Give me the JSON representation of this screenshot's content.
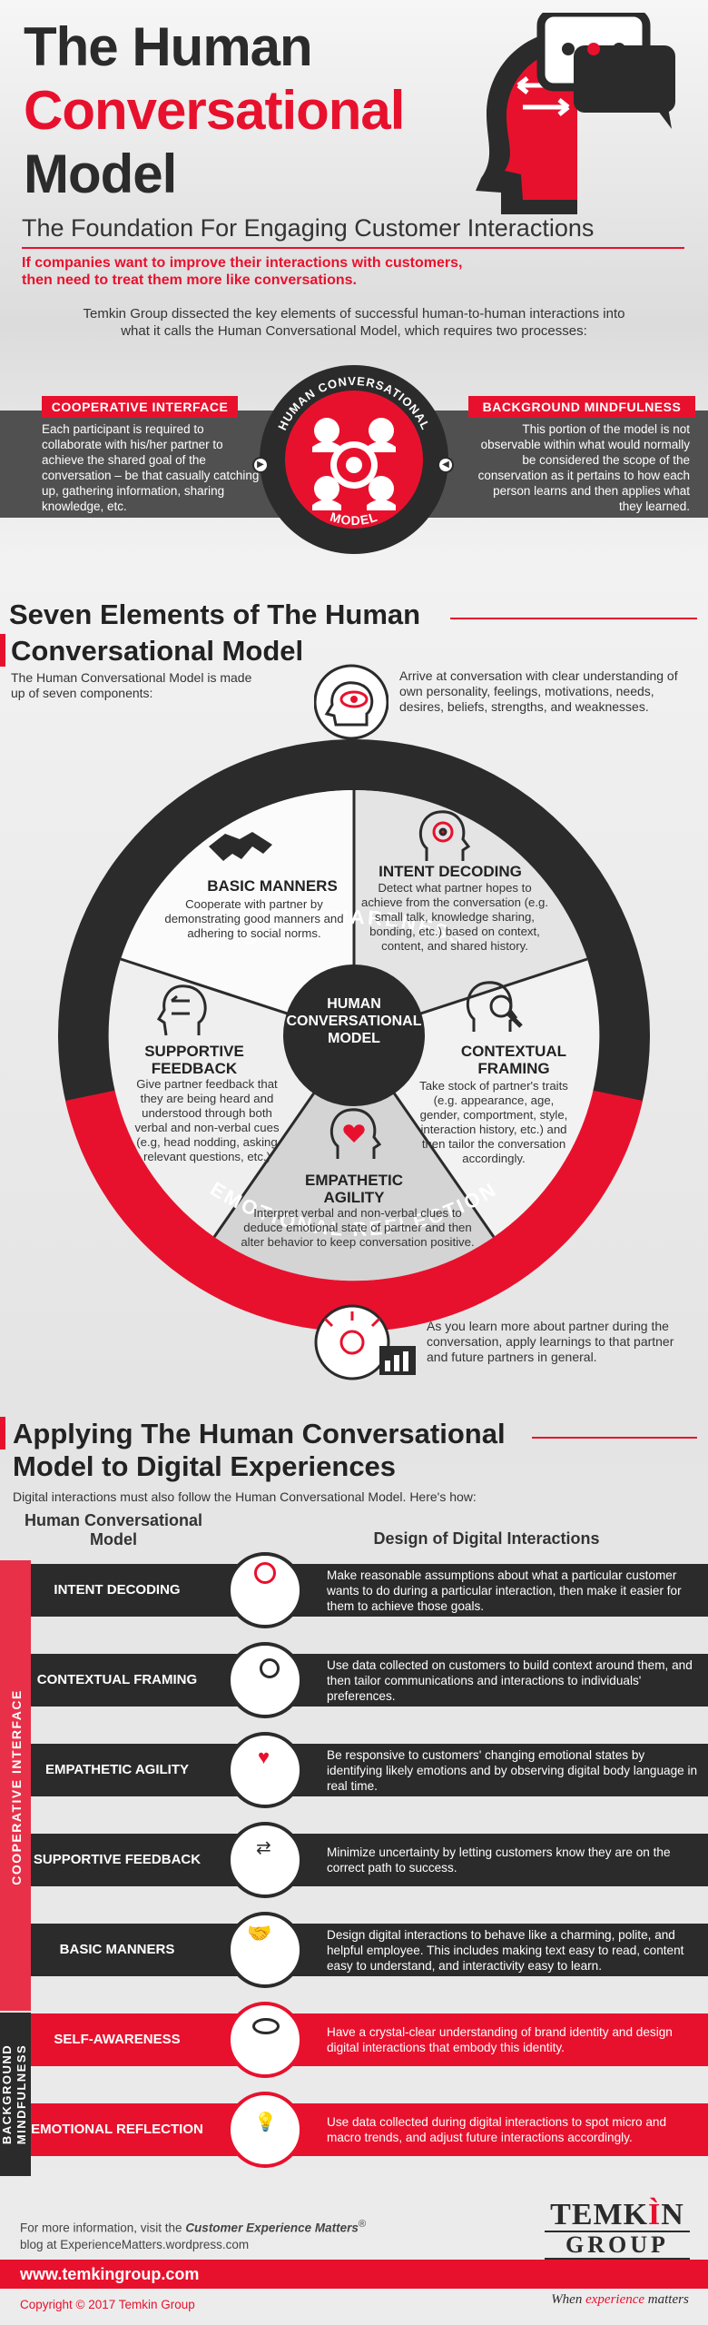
{
  "header": {
    "title_line1": "The Human",
    "title_line2": "Conversational",
    "title_line3": "Model",
    "subtitle": "The Foundation For Engaging Customer Interactions",
    "lead": "If companies want to improve their interactions with customers, then need to treat them more like conversations.",
    "intro": "Temkin Group dissected the key elements of successful human-to-human interactions into what it calls the Human Conversational Model, which requires two processes:"
  },
  "model_band": {
    "ring_top": "HUMAN CONVERSATIONAL",
    "ring_bottom": "MODEL",
    "left_label": "COOPERATIVE INTERFACE",
    "left_text": "Each participant is required to collaborate with his/her partner to achieve the shared goal of the conversation – be that casually catching up, gathering information, sharing knowledge, etc.",
    "right_label": "BACKGROUND MINDFULNESS",
    "right_text": "This portion of the model is not observable within what would normally be considered the scope of the conservation as it pertains to how each person learns and then applies what they learned."
  },
  "seven": {
    "title_line1": "Seven Elements of The Human",
    "title_line2": "Conversational Model",
    "intro": "The Human Conversational Model is made up of seven components:",
    "self_awareness_text": "Arrive at conversation with clear understanding of own personality, feelings, motivations, needs, desires, beliefs, strengths, and weaknesses.",
    "ring_top": "SELF-AWARENESS",
    "ring_bottom": "EMOTIONAL REFLECTION",
    "center": "HUMAN CONVERSATIONAL MODEL",
    "basic_title": "BASIC MANNERS",
    "basic_text": "Cooperate with partner by demonstrating good manners and adhering to social norms.",
    "intent_title": "INTENT DECODING",
    "intent_text": "Detect what partner hopes to achieve from the conversation (e.g. small talk, knowledge sharing, bonding, etc.) based on context, content, and shared history.",
    "supportive_title": "SUPPORTIVE FEEDBACK",
    "supportive_text": "Give partner feedback that they are being heard and understood through both verbal and non-verbal cues (e.g, head nodding, asking relevant questions, etc.)",
    "contextual_title": "CONTEXTUAL FRAMING",
    "contextual_text": "Take stock of partner's traits (e.g. appearance, age, gender, comportment, style, interaction history, etc.) and then tailor the conversation accordingly.",
    "empathetic_title": "EMPATHETIC AGILITY",
    "empathetic_text": "Interpret verbal and non-verbal clues to deduce emotional state of partner and then alter behavior to keep conversation positive.",
    "reflection_text": "As you learn more about partner during the conversation, apply learnings to that partner and future partners in general."
  },
  "digital": {
    "title_line1": "Applying The Human Conversational",
    "title_line2": "Model to Digital Experiences",
    "intro": "Digital interactions must also follow the Human Conversational Model. Here's how:",
    "col_left": "Human Conversational Model",
    "col_right": "Design of Digital Interactions",
    "side_coop": "COOPERATIVE INTERFACE",
    "side_background": "BACKGROUND MINDFULNESS",
    "rows": [
      {
        "label": "INTENT DECODING",
        "text": "Make reasonable assumptions about what a particular customer wants to do during a particular interaction, then make it easier for them to achieve those goals."
      },
      {
        "label": "CONTEXTUAL FRAMING",
        "text": "Use data collected on customers to build context around them, and then tailor communications and interactions to individuals' preferences."
      },
      {
        "label": "EMPATHETIC AGILITY",
        "text": "Be responsive to customers' changing emotional states by identifying likely emotions and by observing digital body language in real time."
      },
      {
        "label": "SUPPORTIVE FEEDBACK",
        "text": "Minimize uncertainty by letting customers know they are on the correct path to success."
      },
      {
        "label": "BASIC MANNERS",
        "text": "Design digital interactions to behave like a charming, polite, and helpful employee. This includes making text easy to read, content easy to understand, and interactivity easy to learn."
      },
      {
        "label": "SELF-AWARENESS",
        "text": "Have a crystal-clear understanding of brand identity and design digital interactions that embody this identity."
      },
      {
        "label": "EMOTIONAL REFLECTION",
        "text": "Use data collected during digital interactions to spot micro and macro trends, and adjust future interactions accordingly."
      }
    ]
  },
  "footer": {
    "note_prefix": "For more information, visit the ",
    "note_link": "Customer Experience Matters",
    "note_reg": "®",
    "note_suffix": "blog at ExperienceMatters.wordpress.com",
    "url": "www.temkingroup.com",
    "copyright": "Copyright © 2017 Temkin Group",
    "logo_top": "TEMK",
    "logo_n": "N",
    "logo_group": "GROUP",
    "tagline_prefix": "When ",
    "tagline_accent": "experience",
    "tagline_suffix": " matters"
  },
  "colors": {
    "accent": "#e8112d",
    "dark": "#2b2b2b",
    "band": "#505050"
  }
}
